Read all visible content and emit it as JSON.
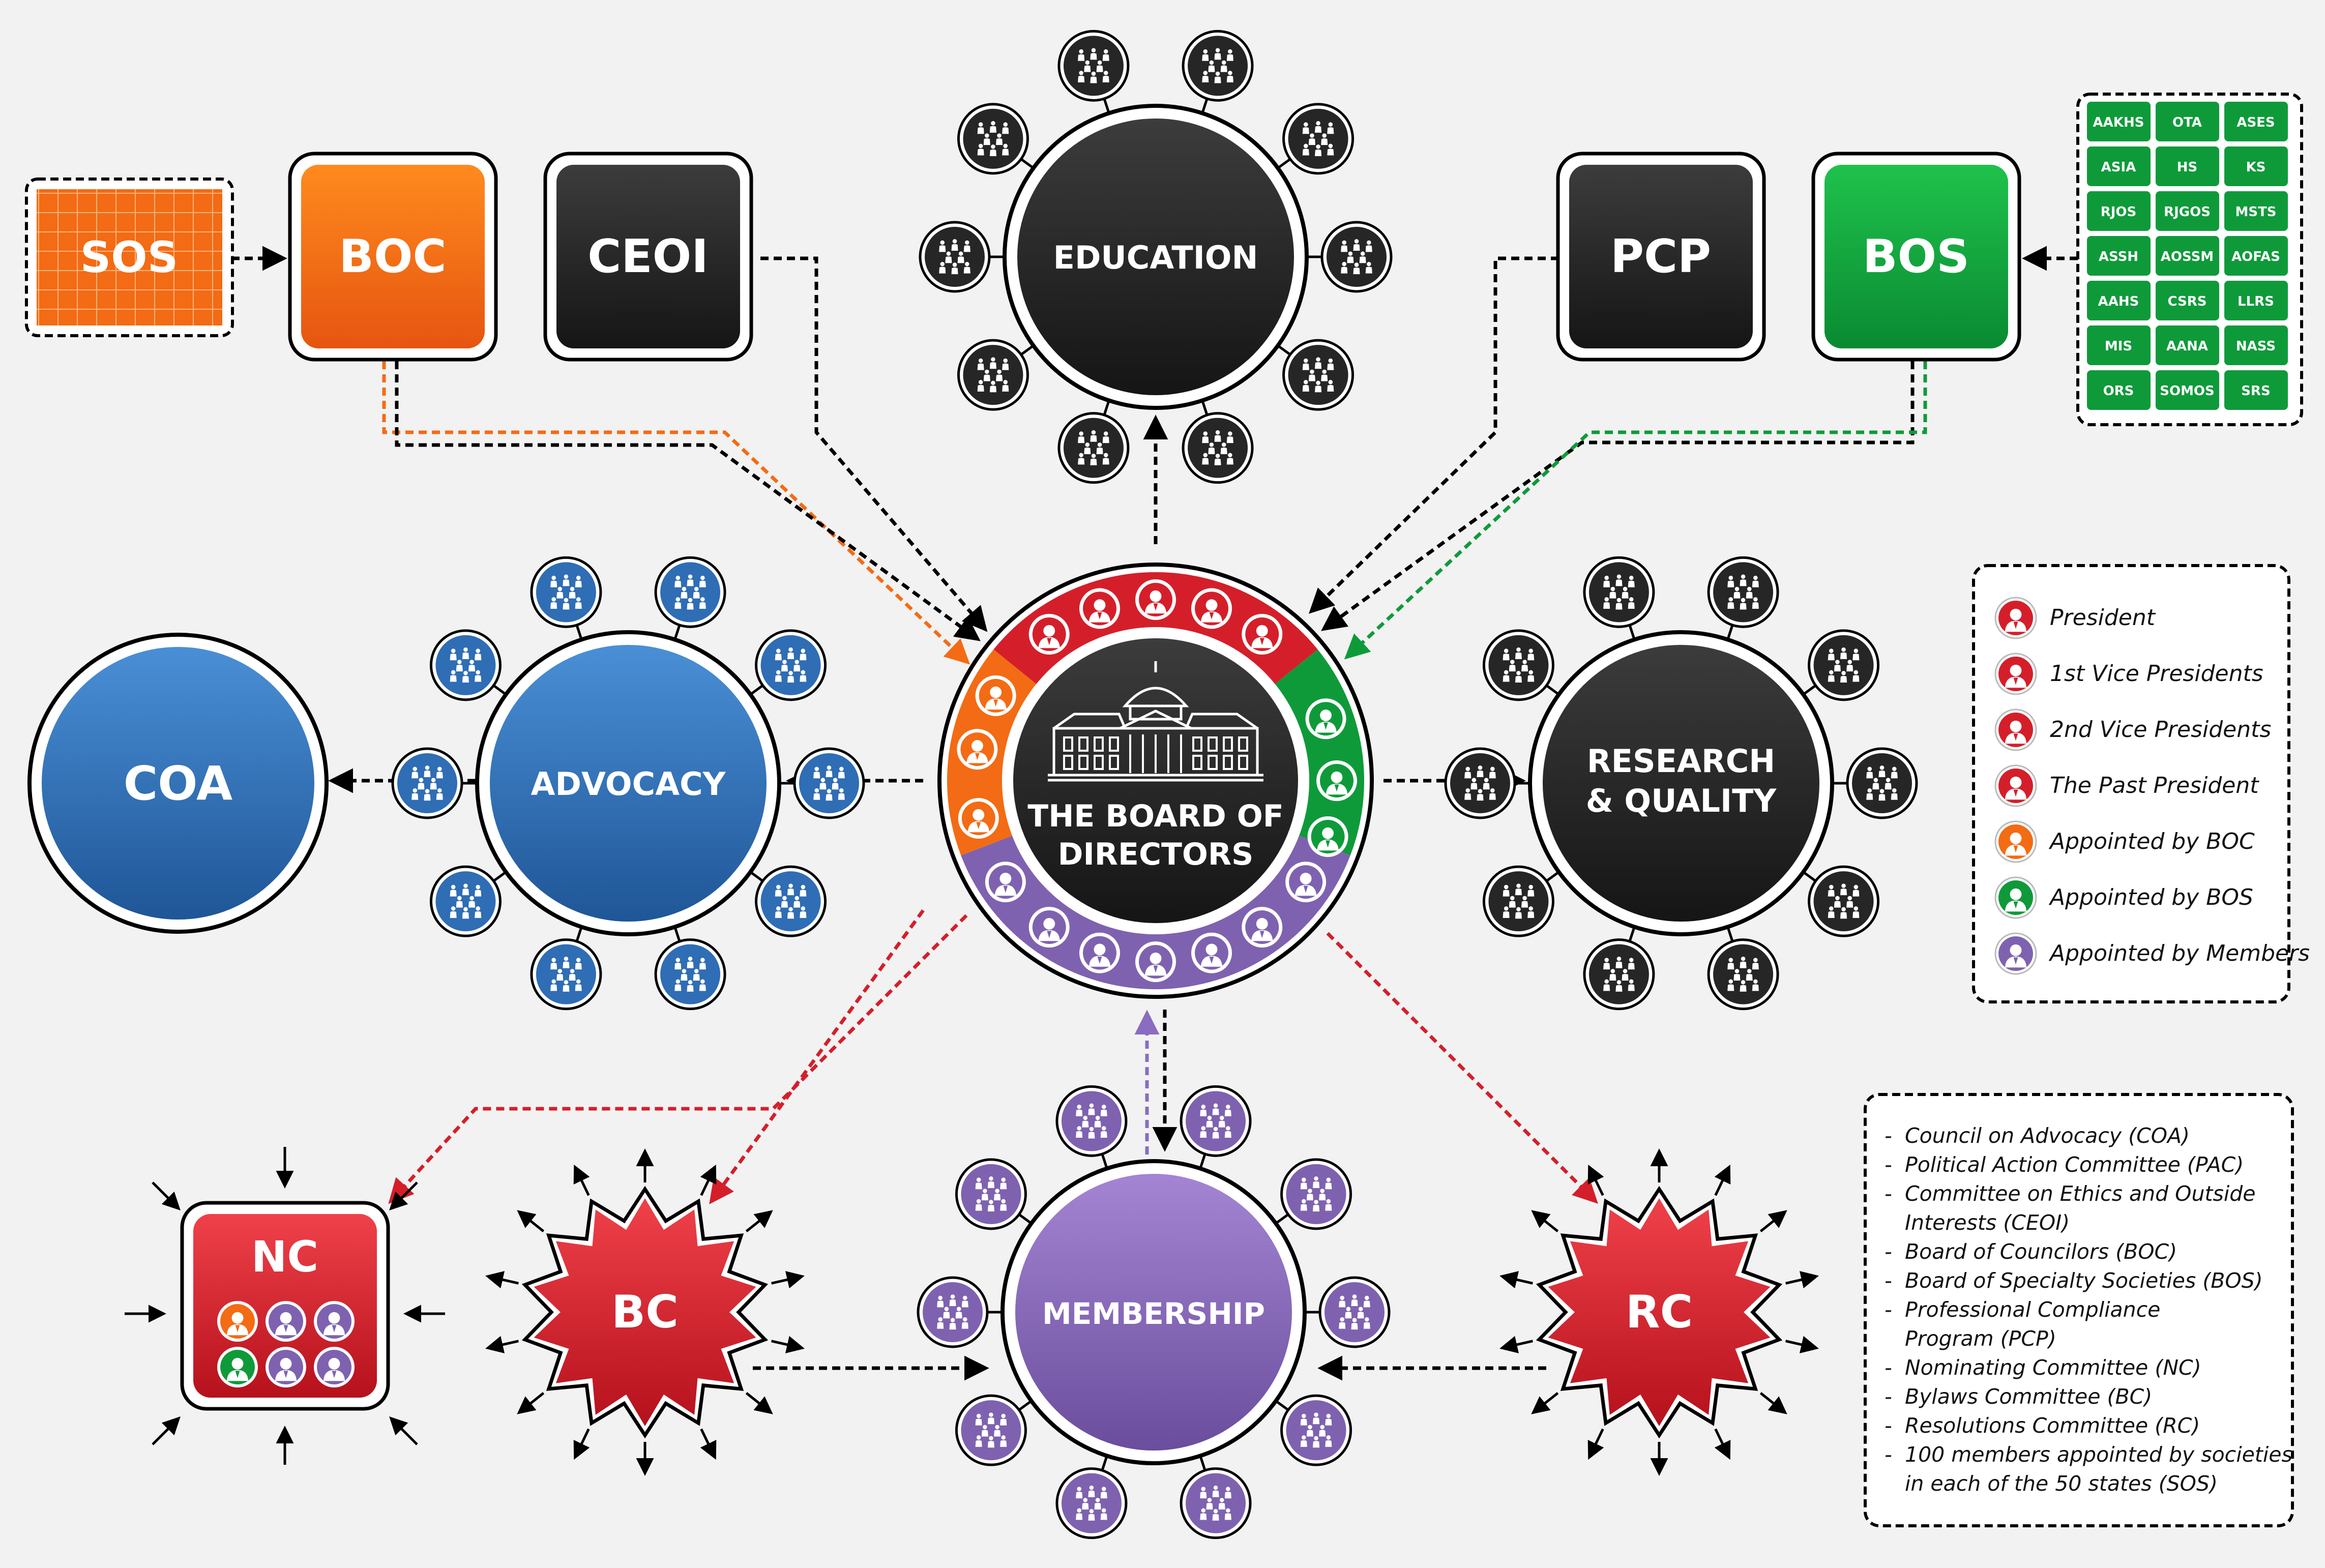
{
  "colors": {
    "orange": "#f36b14",
    "green": "#0f9a3a",
    "dark": "#262626",
    "blue": "#2f6db5",
    "purple": "#7e62b0",
    "red": "#d41f2a",
    "background": "#f2f2f2"
  },
  "top_boxes": {
    "sos": "SOS",
    "boc": "BOC",
    "ceoi": "CEOI",
    "pcp": "PCP",
    "bos": "BOS"
  },
  "hubs": {
    "education": "EDUCATION",
    "advocacy": "ADVOCACY",
    "coa": "COA",
    "research_line1": "RESEARCH",
    "research_line2": "& QUALITY",
    "membership": "MEMBERSHIP",
    "board_line1": "THE BOARD OF",
    "board_line2": "DIRECTORS"
  },
  "committees": {
    "nc": "NC",
    "bc": "BC",
    "rc": "RC"
  },
  "specialty_societies": [
    "AAKHS",
    "OTA",
    "ASES",
    "ASIA",
    "HS",
    "KS",
    "RJOS",
    "RJGOS",
    "MSTS",
    "ASSH",
    "AOSSM",
    "AOFAS",
    "AAHS",
    "CSRS",
    "LLRS",
    "MIS",
    "AANA",
    "NASS",
    "ORS",
    "SOMOS",
    "SRS"
  ],
  "legend": [
    {
      "label": "President",
      "color": "#d41f2a"
    },
    {
      "label": "1st Vice Presidents",
      "color": "#d41f2a"
    },
    {
      "label": "2nd Vice Presidents",
      "color": "#d41f2a"
    },
    {
      "label": "The Past President",
      "color": "#d41f2a"
    },
    {
      "label": "Appointed by BOC",
      "color": "#f36b14"
    },
    {
      "label": "Appointed by BOS",
      "color": "#0f9a3a"
    },
    {
      "label": "Appointed by Members",
      "color": "#7e62b0"
    }
  ],
  "abbreviations": [
    "Council on Advocacy (COA)",
    "Political Action Committee (PAC)",
    "Committee on Ethics and Outside",
    "Interests (CEOI)",
    "Board of Councilors (BOC)",
    "Board of Specialty Societies (BOS)",
    "Professional Compliance",
    "Program (PCP)",
    "Nominating Committee (NC)",
    "Bylaws Committee (BC)",
    "Resolutions Committee (RC)",
    "100 members appointed by societies",
    "in each of the 50 states (SOS)"
  ]
}
